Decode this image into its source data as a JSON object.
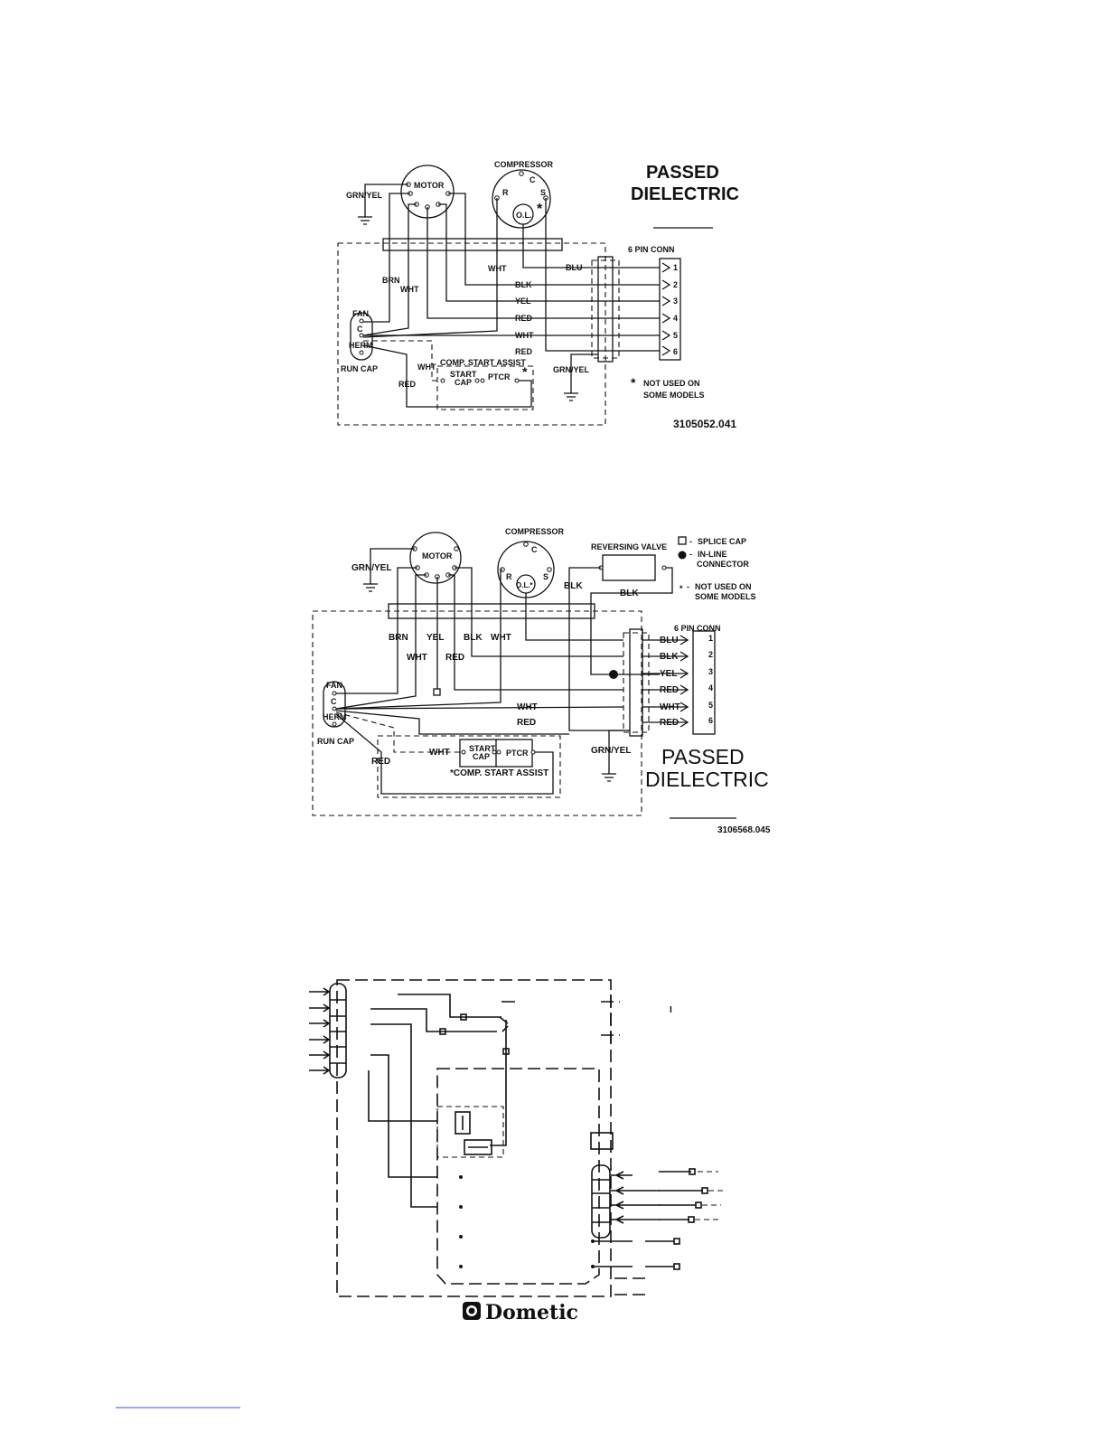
{
  "diagram1": {
    "title_line1": "PASSED",
    "title_line2": "DIELECTRIC",
    "motor": "MOTOR",
    "compressor": "COMPRESSOR",
    "comp_c": "C",
    "comp_r": "R",
    "comp_s": "S",
    "comp_ol": "O.L.",
    "star": "*",
    "grn_yel_top": "GRN/YEL",
    "grn_yel_bottom": "GRN/YEL",
    "brn": "BRN",
    "wht_motor": "WHT",
    "wht_comp": "WHT",
    "fan": "FAN",
    "c": "C",
    "herm": "HERM",
    "run_cap": "RUN CAP",
    "wht_cap": "WHT",
    "red_cap": "RED",
    "comp_start_assist": "COMP. START ASSIST",
    "start": "START",
    "cap": "CAP",
    "ptcr": "PTCR",
    "conn_title": "6 PIN CONN",
    "wires": [
      "BLU",
      "BLK",
      "YEL",
      "RED",
      "WHT",
      "RED"
    ],
    "pins": [
      "1",
      "2",
      "3",
      "4",
      "5",
      "6"
    ],
    "note_star": "*",
    "note_line1": "NOT USED ON",
    "note_line2": "SOME MODELS",
    "part_number": "3105052.041"
  },
  "diagram2": {
    "compressor": "COMPRESSOR",
    "motor": "MOTOR",
    "comp_c": "C",
    "comp_r": "R",
    "comp_s": "S",
    "comp_ol": "O.L.*",
    "reversing_valve": "REVERSING VALVE",
    "blk_valve1": "BLK",
    "blk_valve2": "BLK",
    "legend_splice": "SPLICE CAP",
    "legend_inline1": "IN-LINE",
    "legend_inline2": "CONNECTOR",
    "legend_note1": "NOT USED ON",
    "legend_note2": "SOME MODELS",
    "legend_dash": "-",
    "legend_star": "*",
    "grn_yel_top": "GRN/YEL",
    "grn_yel_bottom": "GRN/YEL",
    "brn": "BRN",
    "yel": "YEL",
    "blk": "BLK",
    "wht_top": "WHT",
    "wht_motor": "WHT",
    "red_motor": "RED",
    "fan": "FAN",
    "c": "C",
    "herm": "HERM",
    "run_cap": "RUN CAP",
    "wht_mid": "WHT",
    "red_mid": "RED",
    "wht_cap": "WHT",
    "red_cap": "RED",
    "start": "START",
    "cap": "CAP",
    "ptcr": "PTCR",
    "comp_start_assist": "*COMP. START ASSIST",
    "conn_title": "6 PIN CONN",
    "wires": [
      "BLU",
      "BLK",
      "YEL",
      "RED",
      "WHT",
      "RED"
    ],
    "pins": [
      "1",
      "2",
      "3",
      "4",
      "5",
      "6"
    ],
    "title_line1": "PASSED",
    "title_line2": "DIELECTRIC",
    "part_number": "3106568.045"
  },
  "diagram3": {
    "brand": "Dometic",
    "mark": "I"
  }
}
